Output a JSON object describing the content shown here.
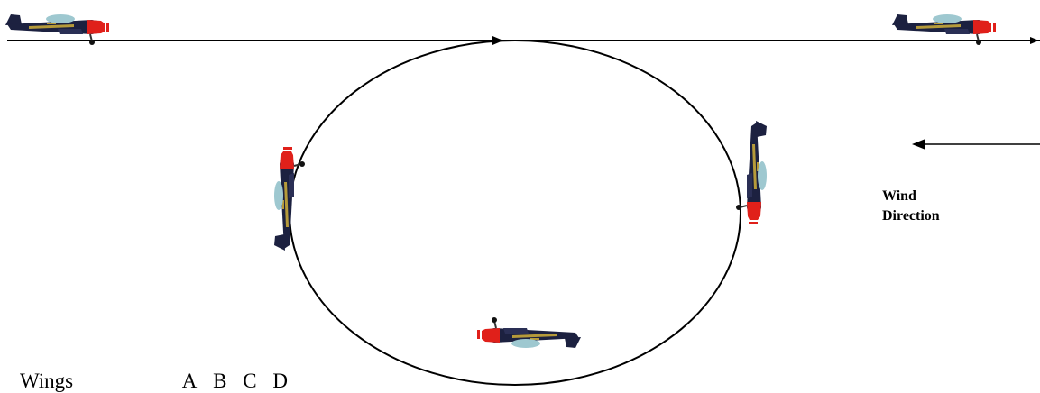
{
  "diagram": {
    "wind_label": {
      "line1": "Wind",
      "line2": "Direction"
    },
    "legend": {
      "label": "Wings",
      "options": [
        "A",
        "B",
        "C",
        "D"
      ]
    },
    "colors": {
      "line": "#000000",
      "fuselage": "#1c2140",
      "nose": "#e0201a",
      "canopy": "#9ec8d0",
      "trim": "#b59a3a"
    },
    "icons": [
      "airplane-icon",
      "arrow-right-icon",
      "arrow-left-icon"
    ]
  }
}
